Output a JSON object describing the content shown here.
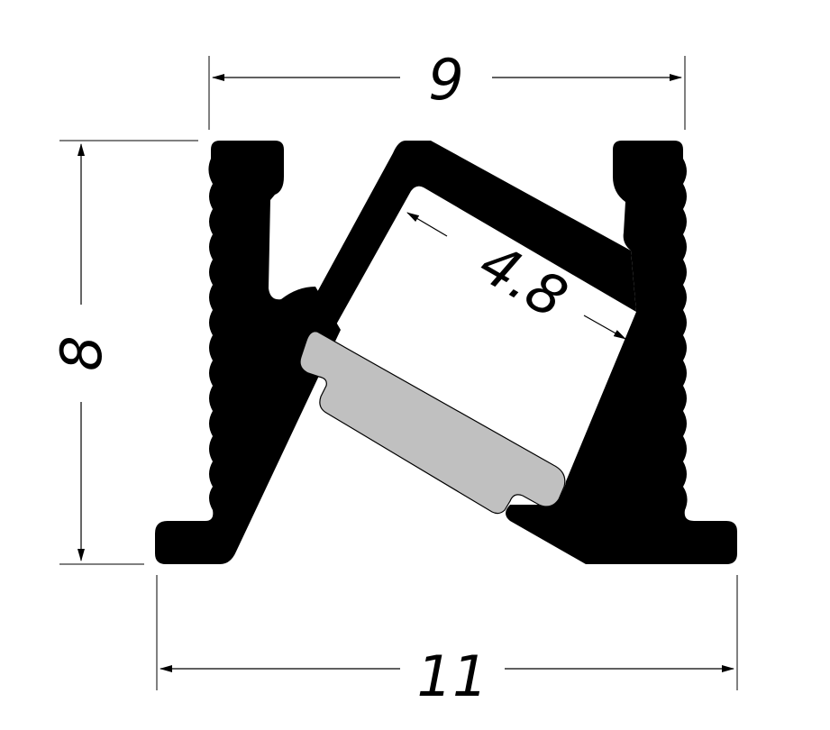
{
  "dimensions": {
    "top_width": "9",
    "bottom_width": "11",
    "height": "8",
    "diffuser_width": "4.8"
  },
  "colors": {
    "profile": "#000000",
    "diffuser": "#c0c0c0",
    "line": "#000000",
    "background": "#ffffff"
  }
}
